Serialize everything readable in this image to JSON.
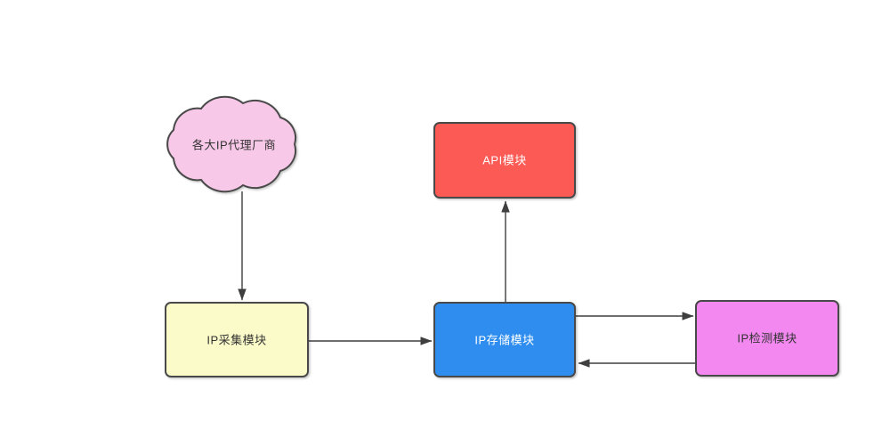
{
  "diagram": {
    "canvas_background": "#ffffff",
    "shape_border_color": "#4a4a4a",
    "edge_color": "#3f3f3f",
    "nodes": {
      "vendors_cloud": {
        "label": "各大IP代理厂商",
        "shape": "cloud",
        "fill": "#f8c8e8",
        "text_color": "#333333"
      },
      "api_module": {
        "label": "API模块",
        "shape": "rounded-rect",
        "fill": "#fb5a55",
        "text_color": "#ffffff"
      },
      "collect_module": {
        "label": "IP采集模块",
        "shape": "rounded-rect",
        "fill": "#fbfbc9",
        "text_color": "#333333"
      },
      "storage_module": {
        "label": "IP存储模块",
        "shape": "rounded-rect",
        "fill": "#2e8dee",
        "text_color": "#ffffff"
      },
      "detect_module": {
        "label": "IP检测模块",
        "shape": "rounded-rect",
        "fill": "#f288f0",
        "text_color": "#333333"
      }
    },
    "edges": [
      {
        "name": "cloud-to-collect",
        "from": "vendors_cloud",
        "to": "collect_module",
        "direction": "down"
      },
      {
        "name": "collect-to-storage",
        "from": "collect_module",
        "to": "storage_module",
        "direction": "right"
      },
      {
        "name": "storage-to-api",
        "from": "storage_module",
        "to": "api_module",
        "direction": "up"
      },
      {
        "name": "storage-to-detect",
        "from": "storage_module",
        "to": "detect_module",
        "direction": "right"
      },
      {
        "name": "detect-to-storage",
        "from": "detect_module",
        "to": "storage_module",
        "direction": "left"
      }
    ]
  }
}
